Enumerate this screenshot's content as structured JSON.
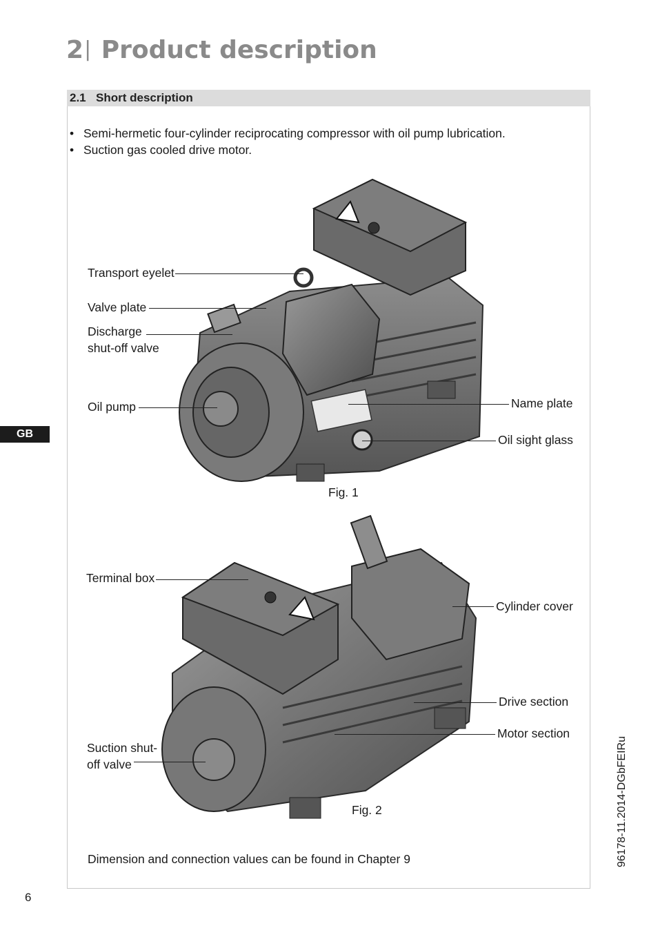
{
  "chapter": {
    "number": "2",
    "separator": "|",
    "title": "Product description"
  },
  "section": {
    "number": "2.1",
    "title": "Short description"
  },
  "bullets": [
    "Semi-hermetic four-cylinder reciprocating compressor with oil pump lubrication.",
    "Suction gas cooled drive motor."
  ],
  "bullet_symbol": "•",
  "fig1": {
    "caption": "Fig. 1",
    "labels": {
      "transport_eyelet": "Transport eyelet",
      "valve_plate": "Valve plate",
      "discharge_line1": "Discharge",
      "discharge_line2": "shut-off valve",
      "oil_pump": "Oil pump",
      "name_plate": "Name plate",
      "oil_sight_glass": "Oil sight glass"
    }
  },
  "fig2": {
    "caption": "Fig. 2",
    "labels": {
      "terminal_box": "Terminal box",
      "cylinder_cover": "Cylinder cover",
      "drive_section": "Drive section",
      "motor_section": "Motor section",
      "suction_line1": "Suction shut-",
      "suction_line2": "off valve"
    }
  },
  "footer_note": "Dimension and connection values can be found in Chapter 9",
  "language_tab": "GB",
  "document_id": "96178-11.2014-DGbFEIRu",
  "page_number": "6",
  "colors": {
    "title_gray": "#8a8a8a",
    "bar_gray": "#dcdcdc",
    "tab_black": "#1c1c1c",
    "machine_gray": "#6b6b6b"
  }
}
